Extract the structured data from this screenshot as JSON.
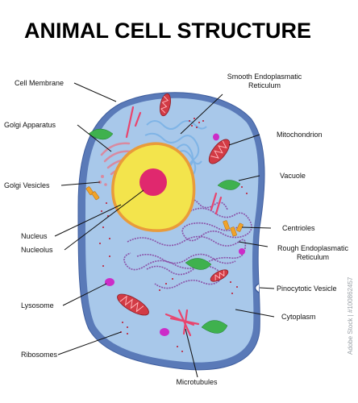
{
  "title": "ANIMAL CELL STRUCTURE",
  "side_text": "Adobe Stock | #100862457",
  "colors": {
    "cytoplasm": "#a8c8ea",
    "membrane": "#5a7ab8",
    "nucleus": "#f3e44c",
    "nucleus_border": "#e99b3a",
    "nucleolus": "#e0286e",
    "golgi": "#d98aa0",
    "smooth_er": "#7fb4e6",
    "rough_er": "#8a52a8",
    "mitochondrion": "#d23b45",
    "vacuole": "#3fb14e",
    "centrioles": "#f0a32a",
    "lysosome": "#cc2cc8",
    "ribosome": "#c0142c",
    "microtubule": "#e8456e"
  },
  "labels": {
    "cell_membrane": "Cell Membrane",
    "golgi_apparatus": "Golgi Apparatus",
    "golgi_vesicles": "Golgi Vesicles",
    "nucleus": "Nucleus",
    "nucleolus": "Nucleolus",
    "lysosome": "Lysosome",
    "ribosomes": "Ribosomes",
    "microtubules": "Microtubules",
    "smooth_er_line1": "Smooth Endoplasmatic",
    "smooth_er_line2": "Reticulum",
    "mitochondrion": "Mitochondrion",
    "vacuole": "Vacuole",
    "centrioles": "Centrioles",
    "rough_er_line1": "Rough Endoplasmatic",
    "rough_er_line2": "Reticulum",
    "pinocytotic_vesicle": "Pinocytotic Vesicle",
    "cytoplasm": "Cytoplasm"
  }
}
